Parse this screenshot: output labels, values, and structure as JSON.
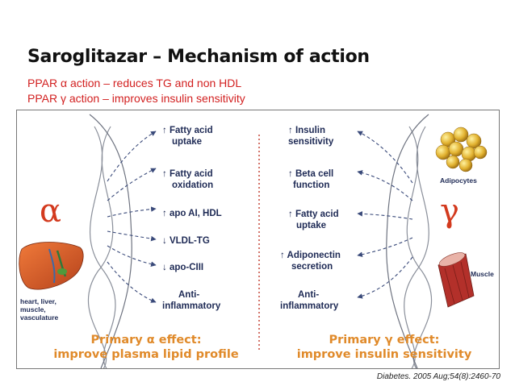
{
  "title": "Saroglitazar – Mechanism of action",
  "subtitle_alpha": "PPAR α action – reduces TG and non HDL",
  "subtitle_gamma": "PPAR γ action – improves insulin sensitivity",
  "figure": {
    "alpha_symbol": "α",
    "gamma_symbol": "γ",
    "alpha_items": [
      {
        "line1": "↑ Fatty acid",
        "line2": "uptake"
      },
      {
        "line1": "↑ Fatty acid",
        "line2": "oxidation"
      },
      {
        "line1": "↑ apo AI, HDL",
        "line2": ""
      },
      {
        "line1": "↓ VLDL-TG",
        "line2": ""
      },
      {
        "line1": "↓ apo-CIII",
        "line2": ""
      },
      {
        "line1": "Anti-",
        "line2": "inflammatory"
      }
    ],
    "gamma_items": [
      {
        "line1": "↑ Insulin",
        "line2": "sensitivity"
      },
      {
        "line1": "↑  Beta cell",
        "line2": "function"
      },
      {
        "line1": "↑ Fatty acid",
        "line2": "uptake"
      },
      {
        "line1": "↑ Adiponectin",
        "line2": "secretion"
      },
      {
        "line1": "Anti-",
        "line2": "inflammatory"
      }
    ],
    "liver_label": [
      "heart, liver,",
      "muscle,",
      "vasculature"
    ],
    "adipocytes_label": "Adipocytes",
    "muscle_label": "Muscle",
    "alpha_effect": {
      "line1": "Primary α effect:",
      "line2": "improve plasma lipid profile"
    },
    "gamma_effect": {
      "line1": "Primary γ effect:",
      "line2": "improve insulin sensitivity"
    }
  },
  "citation": "Diabetes. 2005 Aug;54(8):2460-70",
  "colors": {
    "title": "#111111",
    "subtitle": "#d21f1f",
    "greek": "#d33a1e",
    "effect": "#e08a2a",
    "label": "#1e2a55",
    "arrow": "#3a4a7a"
  }
}
